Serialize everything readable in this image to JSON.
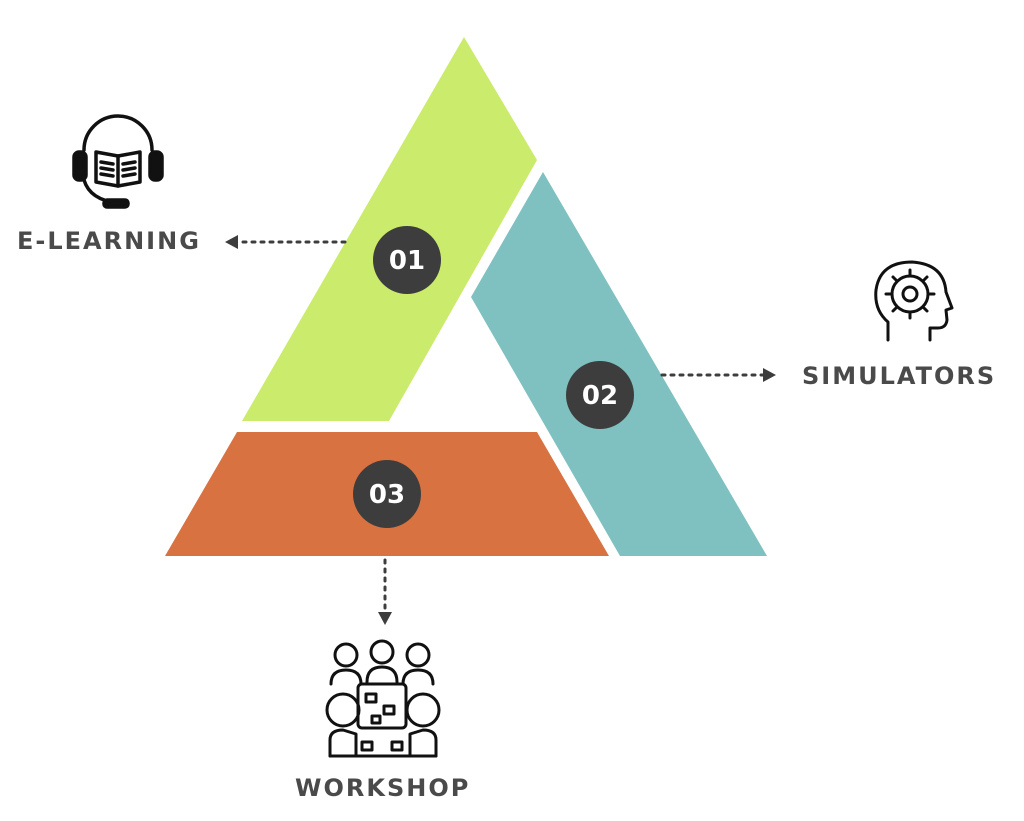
{
  "colors": {
    "segment_1": "#cbeb6c",
    "segment_2": "#7fc1c0",
    "segment_3": "#d97241",
    "badge": "#3d3d3d",
    "label_text": "#4a4a4a",
    "icon_stroke": "#111111",
    "connector": "#3d3d3d"
  },
  "segments": [
    {
      "number": "01",
      "label": "E-LEARNING",
      "icon": "headset-book-icon"
    },
    {
      "number": "02",
      "label": "SIMULATORS",
      "icon": "head-brain-gear-icon"
    },
    {
      "number": "03",
      "label": "WORKSHOP",
      "icon": "team-meeting-icon"
    }
  ]
}
